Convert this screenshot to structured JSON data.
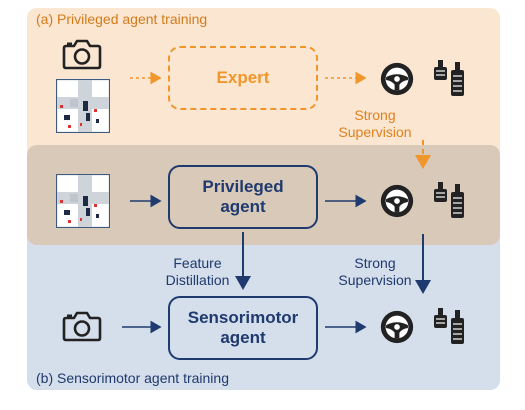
{
  "captions": {
    "privileged_training": "(a) Privileged agent training",
    "sensorimotor_training": "(b) Sensorimotor agent training"
  },
  "boxes": {
    "expert": "Expert",
    "privileged_line1": "Privileged",
    "privileged_line2": "agent",
    "sensorimotor_line1": "Sensorimotor",
    "sensorimotor_line2": "agent"
  },
  "labels": {
    "strong_1_line1": "Strong",
    "strong_1_line2": "Supervision",
    "strong_2_line1": "Strong",
    "strong_2_line2": "Supervision",
    "feature_line1": "Feature",
    "feature_line2": "Distillation"
  },
  "icons": [
    "camera-icon",
    "birdseye-map-icon",
    "steering-wheel-icon",
    "pedals-icon"
  ],
  "colors": {
    "orange": "#f0962a",
    "navy": "#1f3a6e",
    "panel_a": "#fbe6d1",
    "panel_mid": "#d9c9b8",
    "panel_b": "#d5deeb"
  }
}
